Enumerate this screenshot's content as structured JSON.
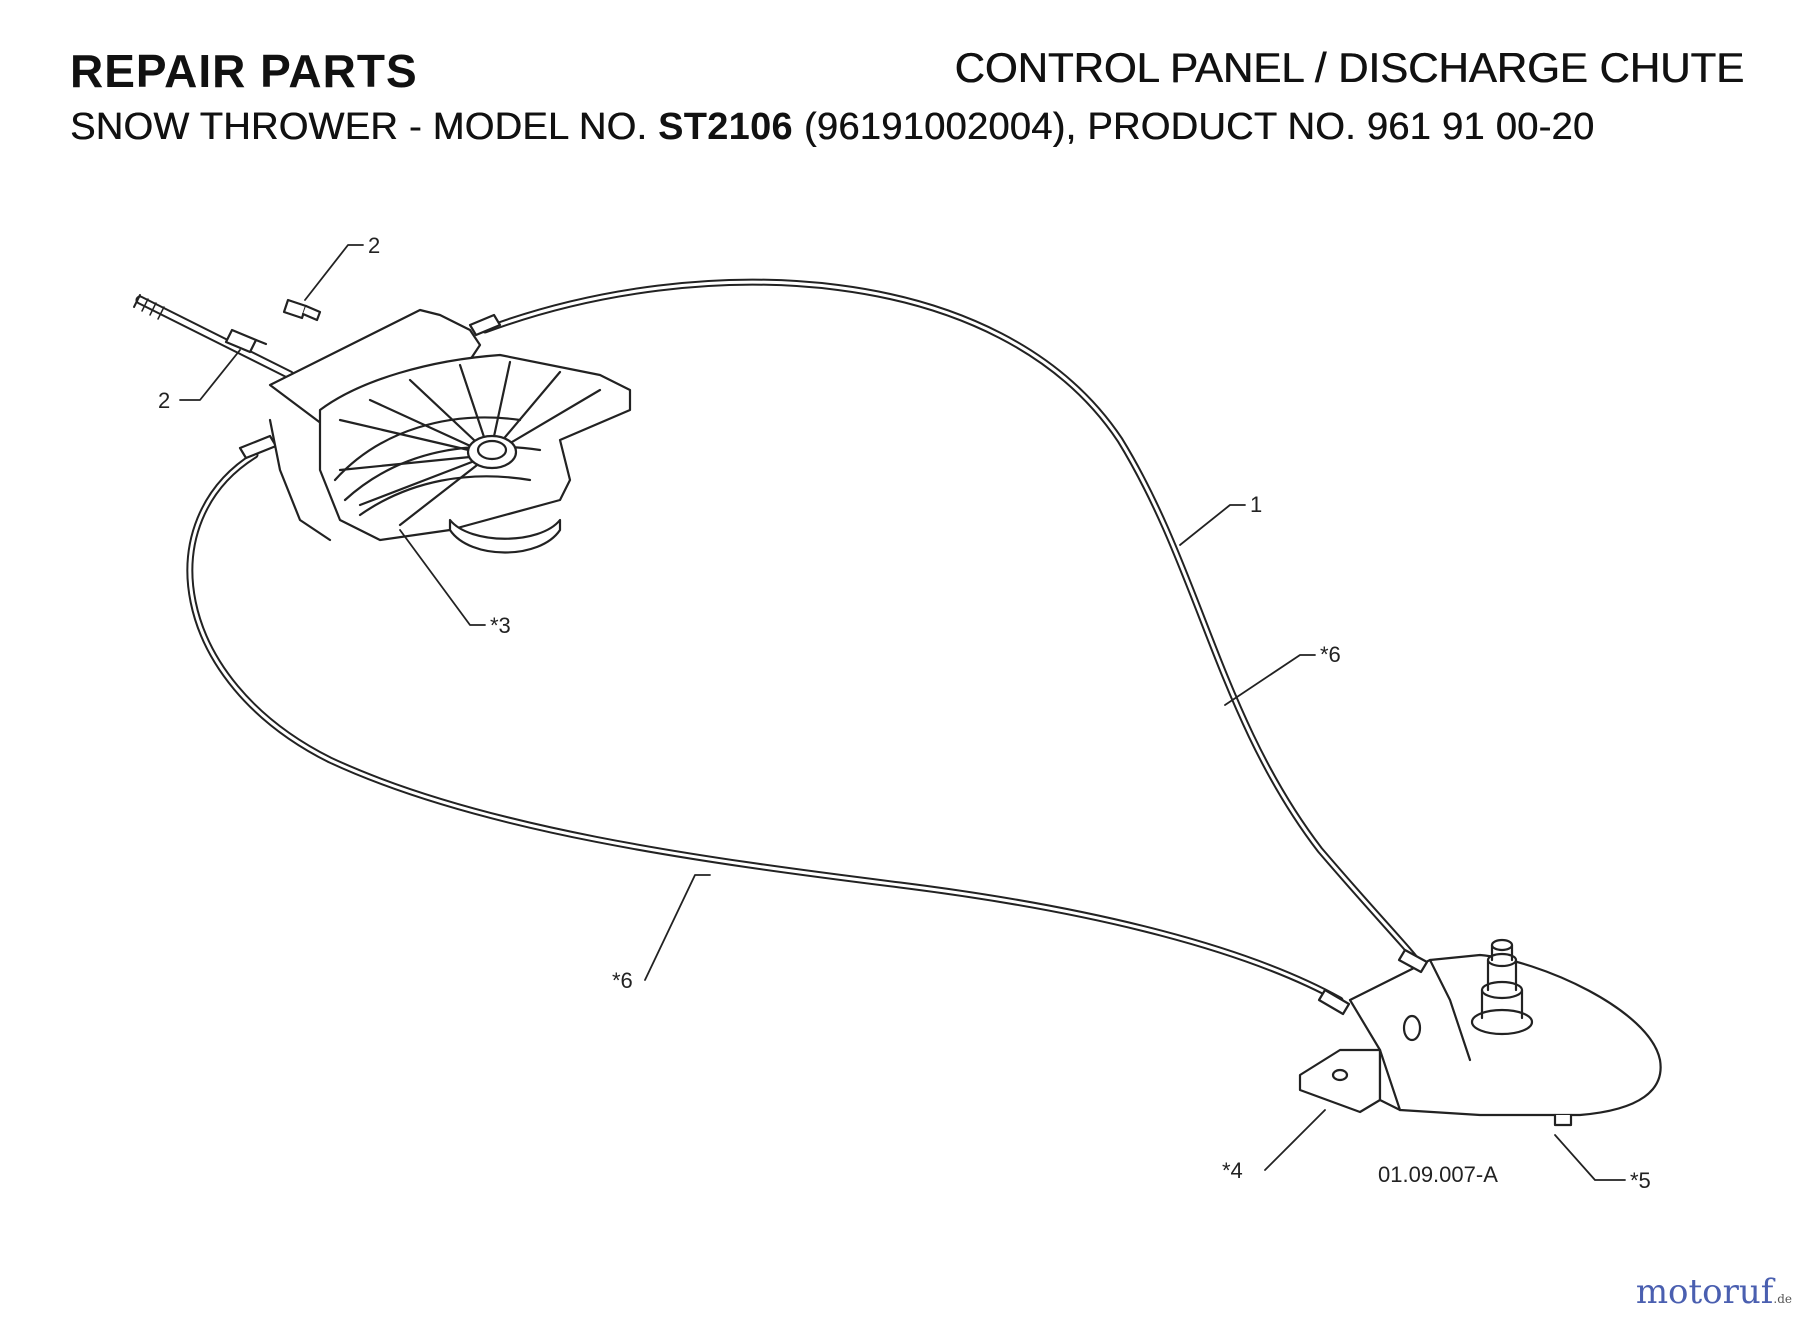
{
  "header": {
    "title_left": "REPAIR PARTS",
    "title_right": "CONTROL PANEL / DISCHARGE CHUTE",
    "subtitle_prefix": "SNOW THROWER - MODEL NO. ",
    "model": "ST2106",
    "subtitle_suffix": " (96191002004), PRODUCT NO. 961 91 00-20"
  },
  "callouts": {
    "c1": "1",
    "c2a": "2",
    "c2b": "2",
    "c3": "*3",
    "c4": "*4",
    "c5": "*5",
    "c6a": "*6",
    "c6b": "*6"
  },
  "drawing_ref": "01.09.007-A",
  "watermark": {
    "brand": "motoruf",
    "suffix": ".de"
  }
}
